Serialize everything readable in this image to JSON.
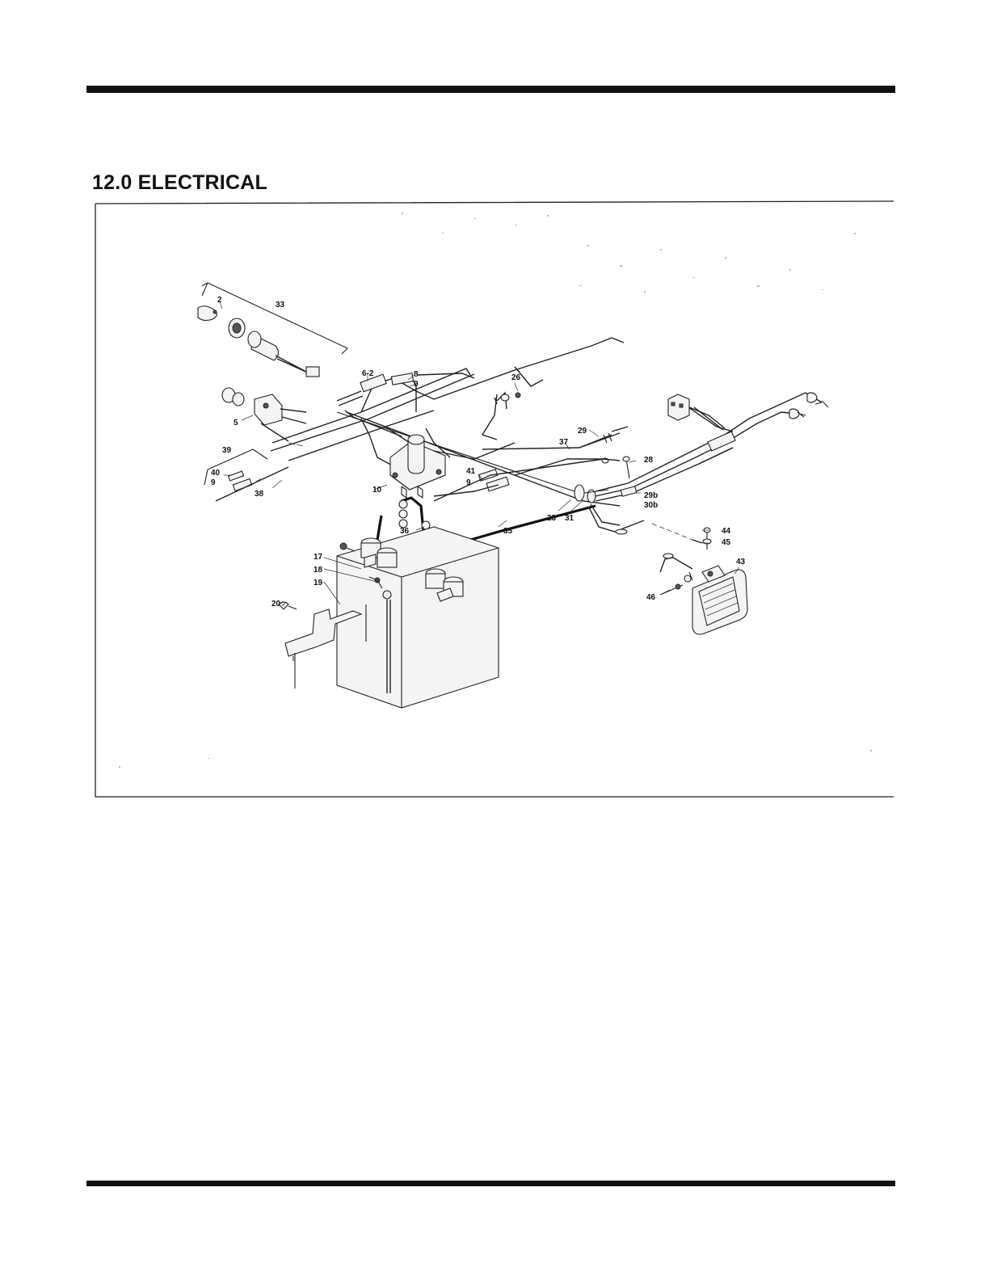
{
  "section": {
    "title": "12.0  ELECTRICAL"
  },
  "diagram": {
    "callouts": [
      "2",
      "33",
      "6-2",
      "8",
      "9",
      "26",
      "5",
      "39",
      "40",
      "9",
      "38",
      "29",
      "37",
      "28",
      "41",
      "9",
      "10",
      "29b",
      "30b",
      "23",
      "31",
      "36",
      "35",
      "44",
      "45",
      "43",
      "17",
      "18",
      "19",
      "20",
      "46"
    ]
  }
}
